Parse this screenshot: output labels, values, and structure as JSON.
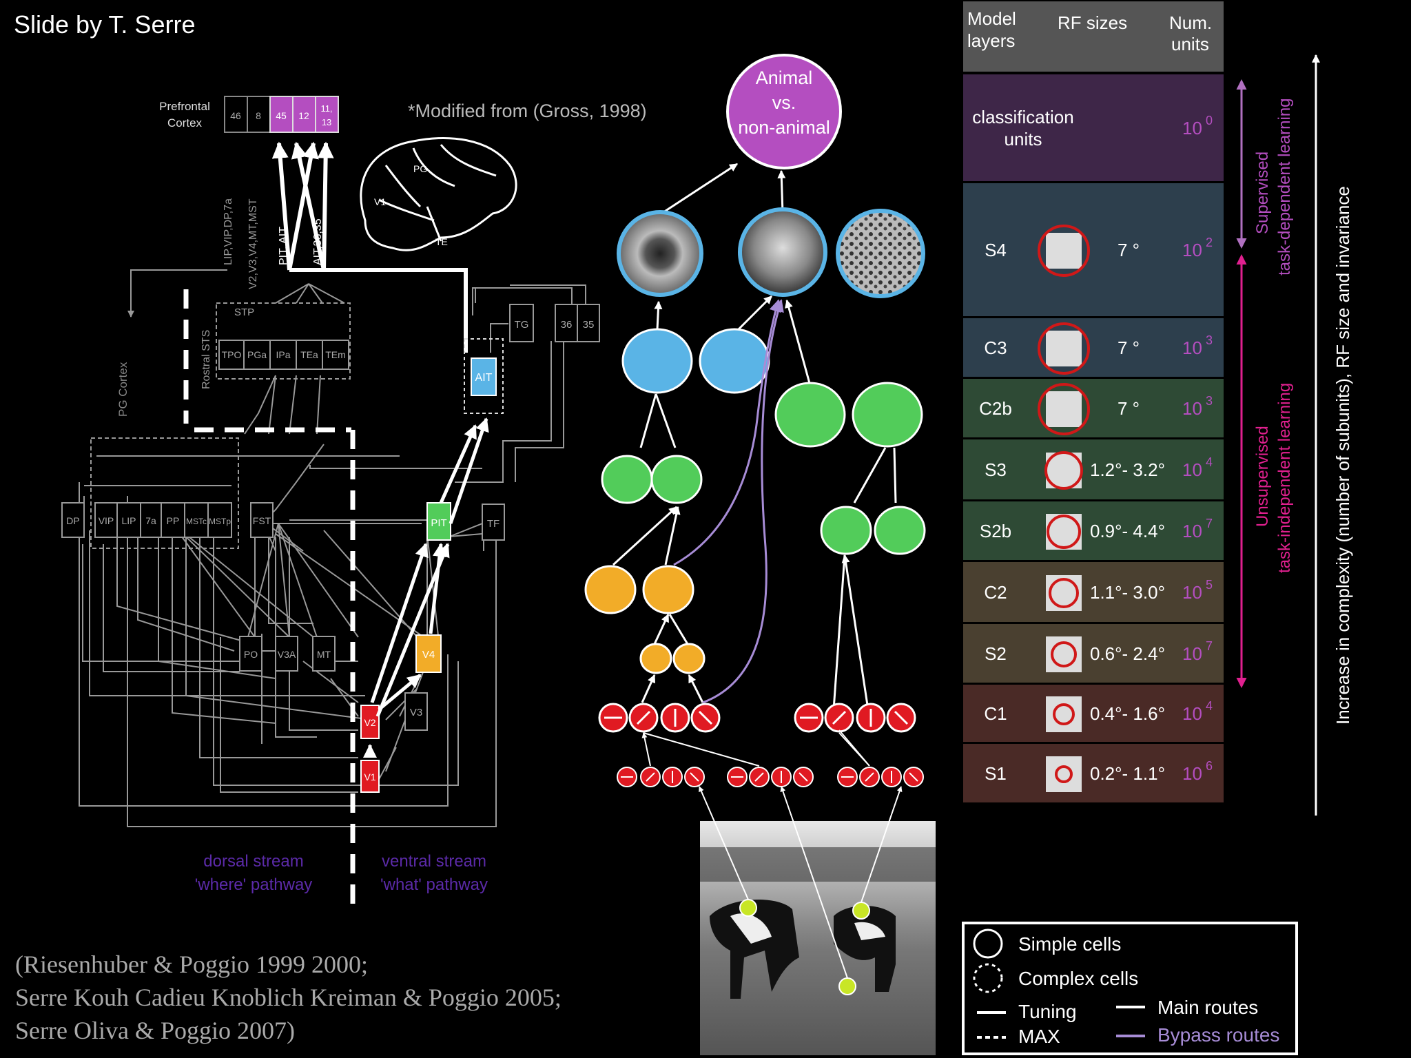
{
  "title": "Slide by T. Serre",
  "source_note": "*Modified from (Gross, 1998)",
  "references": [
    "(Riesenhuber & Poggio 1999 2000;",
    "Serre Kouh Cadieu Knoblich Kreiman & Poggio 2005;",
    "Serre Oliva & Poggio 2007)"
  ],
  "brain": {
    "prefrontal_label": [
      "Prefrontal",
      "Cortex"
    ],
    "prefrontal_areas": [
      "46",
      "8",
      "45",
      "12",
      "11,\n13"
    ],
    "rotated_labels": [
      "LIP,VIP,DP,7a",
      "V2,V3,V4,MT,MST",
      "PIT, AIT",
      "AIT,36,35",
      "Rostral STS",
      "PG Cortex"
    ],
    "stp_label": "STP",
    "stp_areas": [
      "TPO",
      "PGa",
      "IPa",
      "TEa",
      "TEm"
    ],
    "ait": "AIT",
    "tg": "TG",
    "a36": "36",
    "a35": "35",
    "tf": "TF",
    "pit": "PIT",
    "dorsal_areas": [
      "DP",
      "VIP",
      "LIP",
      "7a",
      "PP",
      "MSTc",
      "MSTp",
      "FST"
    ],
    "mid_areas": [
      "PO",
      "V3A",
      "MT"
    ],
    "v4": "V4",
    "v3": "V3",
    "v2": "V2",
    "v1": "V1",
    "sketch_labels": [
      "PG",
      "V1",
      "TE"
    ],
    "dorsal_stream": [
      "dorsal stream",
      "'where' pathway"
    ],
    "ventral_stream": [
      "ventral stream",
      "'what' pathway"
    ]
  },
  "model": {
    "output": [
      "Animal",
      "vs.",
      "non-animal"
    ]
  },
  "table": {
    "headers": [
      "Model\nlayers",
      "RF sizes",
      "Num.\nunits"
    ],
    "rows": [
      {
        "layer": "classification\nunits",
        "rf": "",
        "units": "0",
        "color": "#3e2648"
      },
      {
        "layer": "S4",
        "rf": "7 °",
        "units": "2",
        "color": "#2d3f4d"
      },
      {
        "layer": "C3",
        "rf": "7 °",
        "units": "3",
        "color": "#2d3f4d"
      },
      {
        "layer": "C2b",
        "rf": "7 °",
        "units": "3",
        "color": "#2e4a35"
      },
      {
        "layer": "S3",
        "rf": "1.2°- 3.2°",
        "units": "4",
        "color": "#2e4a35"
      },
      {
        "layer": "S2b",
        "rf": "0.9°- 4.4°",
        "units": "7",
        "color": "#2e4a35"
      },
      {
        "layer": "C2",
        "rf": "1.1°- 3.0°",
        "units": "5",
        "color": "#4a4030"
      },
      {
        "layer": "S2",
        "rf": "0.6°- 2.4°",
        "units": "7",
        "color": "#4a4030"
      },
      {
        "layer": "C1",
        "rf": "0.4°- 1.6°",
        "units": "4",
        "color": "#4a2a26"
      },
      {
        "layer": "S1",
        "rf": "0.2°- 1.1°",
        "units": "6",
        "color": "#4a2a26"
      }
    ],
    "units_base": "10",
    "supervised": [
      "Supervised",
      "task-dependent learning"
    ],
    "unsupervised": [
      "Unsupervised",
      "task-independent learning"
    ],
    "axis_label": "Increase in complexity (number of subunits), RF size and invariance"
  },
  "legend": {
    "simple": "Simple cells",
    "complex": "Complex cells",
    "tuning": "Tuning",
    "max": "MAX",
    "main": "Main routes",
    "bypass": "Bypass routes"
  },
  "colors": {
    "purple": "#b44ec0",
    "blue": "#5ab4e6",
    "green": "#52cc5a",
    "orange": "#f2ac28",
    "red": "#e01a22",
    "magenta": "#e0208f",
    "lilac": "#a78cd6",
    "stream": "#5b2aa8"
  }
}
